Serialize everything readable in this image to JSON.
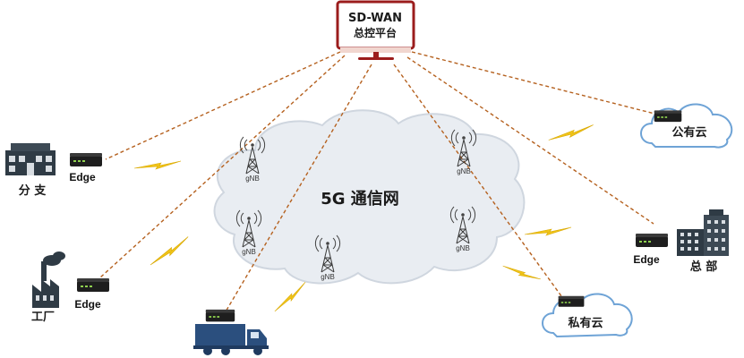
{
  "controller": {
    "line1": "SD-WAN",
    "line2": "总控平台"
  },
  "network": {
    "label": "5G 通信网"
  },
  "nodes": {
    "branch": "分 支",
    "factory": "工厂",
    "headquarters": "总 部",
    "public_cloud": "公有云",
    "private_cloud": "私有云",
    "edge": "Edge"
  },
  "gnb": {
    "label": "gNB"
  },
  "icons": {
    "controller": "monitor-icon",
    "tower": "antenna-tower-icon",
    "router": "edge-router-icon",
    "branch": "store-building-icon",
    "factory": "factory-icon",
    "headquarters": "office-building-icon",
    "truck": "truck-icon",
    "cloud": "cloud-icon",
    "lightning": "lightning-icon"
  },
  "colors": {
    "controller_frame": "#9b1c1c",
    "link_line": "#b5611f",
    "cloud_fill": "#e9edf2",
    "cloud_stroke": "#cfd6df",
    "lightning": "#f0c419",
    "building": "#2f3b45",
    "truck": "#2b4f7e",
    "small_cloud_stroke": "#6ea3d6"
  }
}
